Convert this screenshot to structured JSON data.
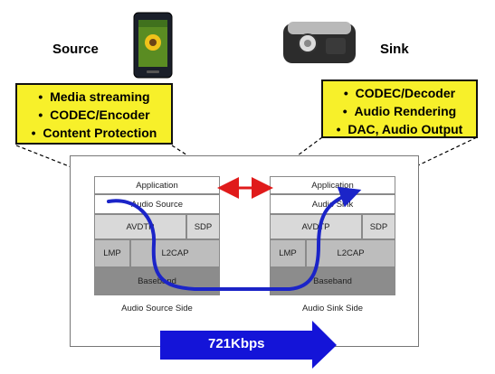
{
  "source": {
    "title": "Source",
    "features": [
      "Media streaming",
      "CODEC/Encoder",
      "Content Protection"
    ],
    "device_icon": "smartphone-icon",
    "stack": {
      "application": "Application",
      "audio_layer": "Audio Source",
      "avdtp": "AVDTP",
      "sdp": "SDP",
      "lmp": "LMP",
      "l2cap": "L2CAP",
      "baseband": "Baseband",
      "caption": "Audio Source Side"
    }
  },
  "sink": {
    "title": "Sink",
    "features": [
      "CODEC/Decoder",
      "Audio Rendering",
      "DAC, Audio Output"
    ],
    "device_icon": "bluetooth-speaker-icon",
    "stack": {
      "application": "Application",
      "audio_layer": "Audio Sink",
      "avdtp": "AVDTP",
      "sdp": "SDP",
      "lmp": "LMP",
      "l2cap": "L2CAP",
      "baseband": "Baseband",
      "caption": "Audio Sink Side"
    }
  },
  "bandwidth": "721Kbps",
  "colors": {
    "feature_box": "#f7f02a",
    "stream_path": "#1b24c8",
    "application_link": "#e01b1b",
    "bandwidth_arrow": "#1414d8"
  }
}
